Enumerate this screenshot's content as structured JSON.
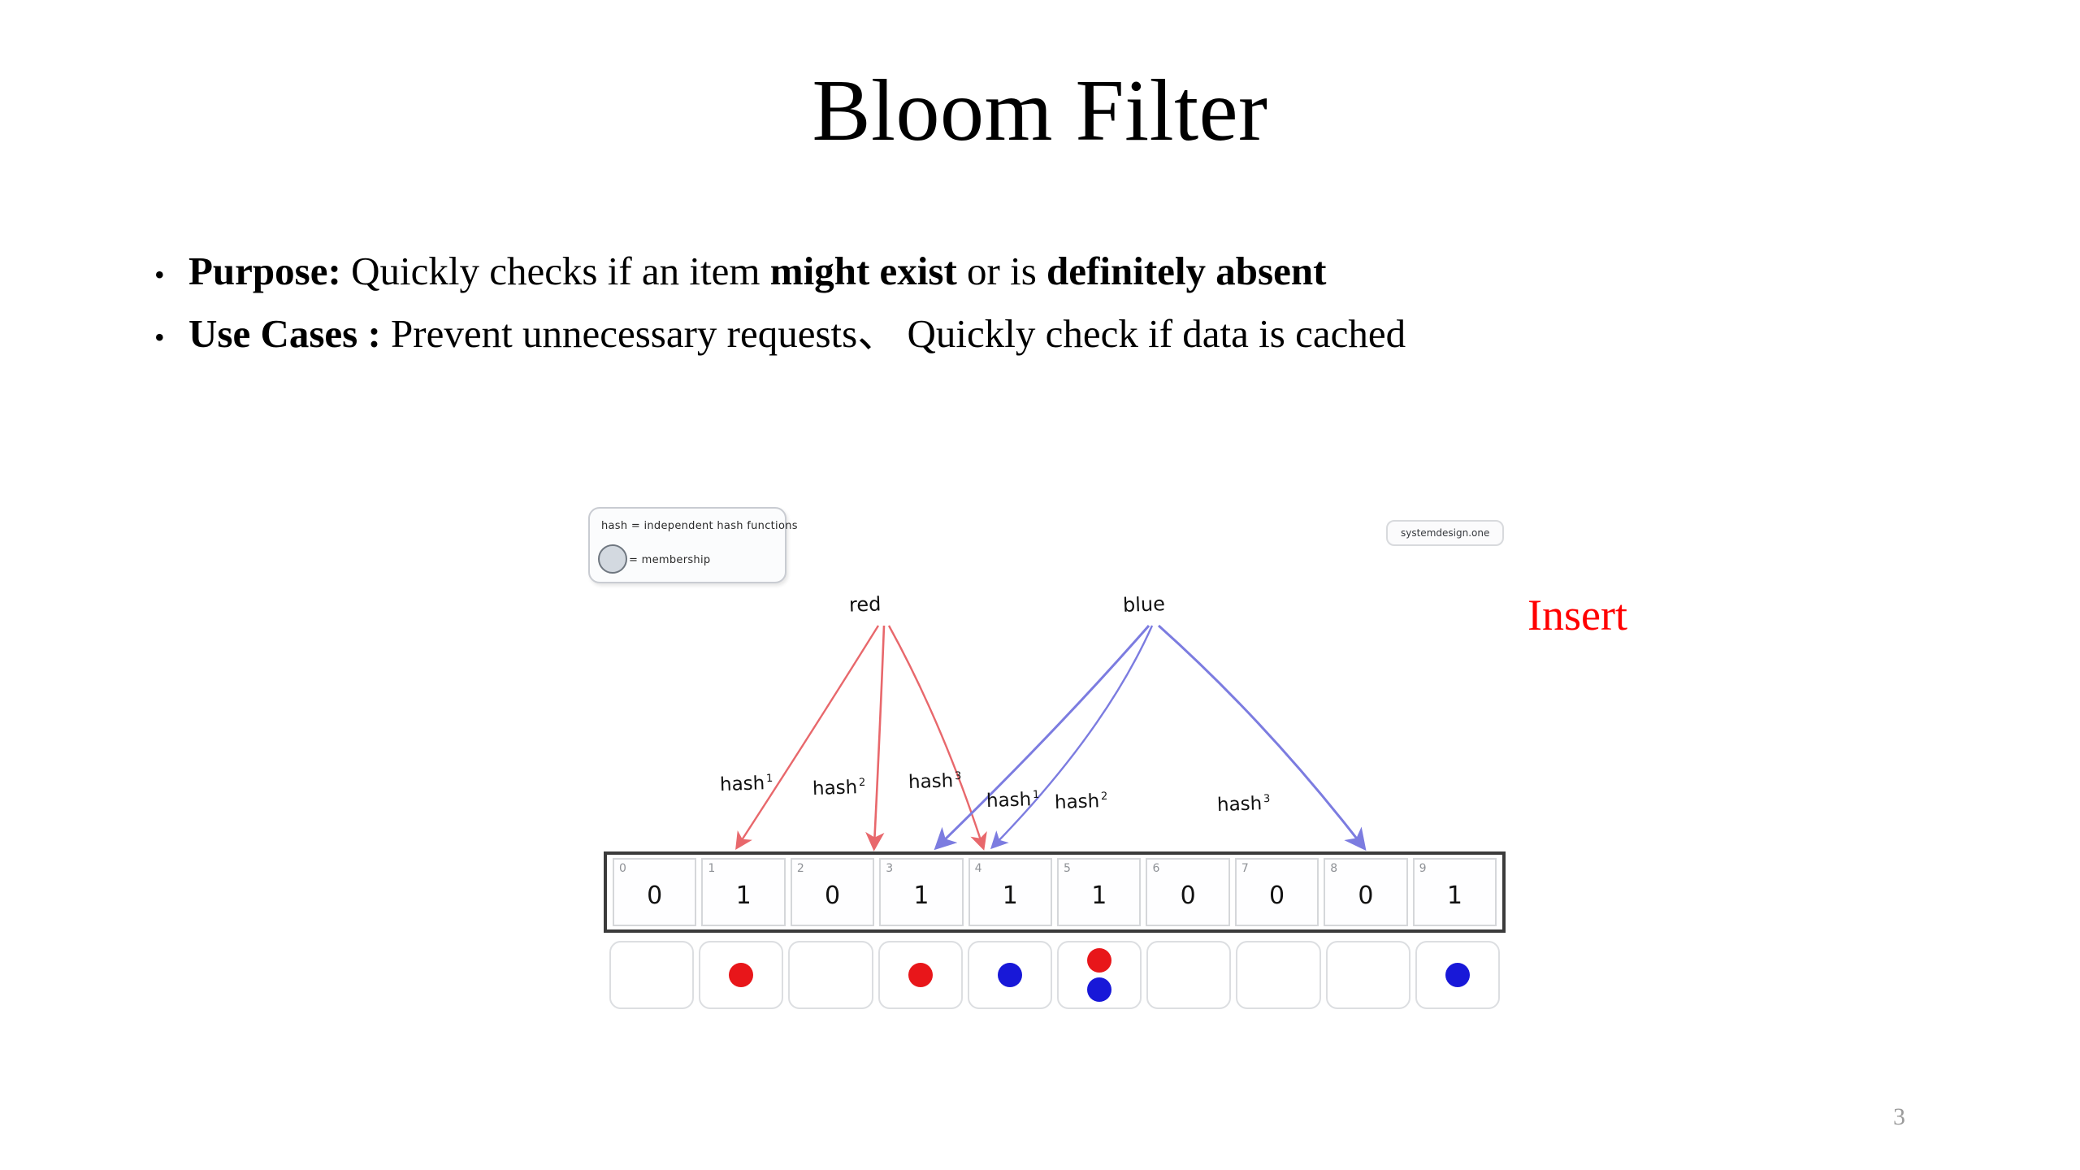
{
  "slide": {
    "title": "Bloom Filter",
    "number": "3",
    "bullets": [
      {
        "marker": "•",
        "segments": [
          {
            "text": "Purpose:",
            "bold": true
          },
          {
            "text": " Quickly checks if an item ",
            "bold": false
          },
          {
            "text": "might exist",
            "bold": true
          },
          {
            "text": " or is ",
            "bold": false
          },
          {
            "text": "definitely absent",
            "bold": true
          }
        ]
      },
      {
        "marker": "•",
        "segments": [
          {
            "text": "Use Cases :",
            "bold": true
          },
          {
            "text": " Prevent unnecessary requests、  Quickly check if data is cached",
            "bold": false
          }
        ]
      }
    ],
    "annotation": {
      "text": "Insert",
      "color": "#ff0000"
    }
  },
  "diagram": {
    "legend": {
      "line1": "hash = independent hash functions",
      "line2": "= membership",
      "circle_name": "membership-circle"
    },
    "watermark": "systemdesign.one",
    "nodes": [
      {
        "id": "red",
        "label": "red",
        "color": "#e8686c"
      },
      {
        "id": "blue",
        "label": "blue",
        "color": "#7c7ce0"
      }
    ],
    "hash_labels": [
      {
        "id": "red-hash-1",
        "text": "hash",
        "sup": "1",
        "set": "red"
      },
      {
        "id": "red-hash-2",
        "text": "hash",
        "sup": "2",
        "set": "red"
      },
      {
        "id": "red-hash-3",
        "text": "hash",
        "sup": "3",
        "set": "red"
      },
      {
        "id": "blue-hash-1",
        "text": "hash",
        "sup": "1",
        "set": "blue"
      },
      {
        "id": "blue-hash-2",
        "text": "hash",
        "sup": "2",
        "set": "blue"
      },
      {
        "id": "blue-hash-3",
        "text": "hash",
        "sup": "3",
        "set": "blue"
      }
    ],
    "bit_array": {
      "indices": [
        "0",
        "1",
        "2",
        "3",
        "4",
        "5",
        "6",
        "7",
        "8",
        "9"
      ],
      "values": [
        "0",
        "1",
        "0",
        "1",
        "1",
        "1",
        "0",
        "0",
        "0",
        "1"
      ]
    },
    "membership": [
      {
        "index": "0",
        "dots": []
      },
      {
        "index": "1",
        "dots": [
          "red"
        ]
      },
      {
        "index": "2",
        "dots": []
      },
      {
        "index": "3",
        "dots": [
          "red"
        ]
      },
      {
        "index": "4",
        "dots": [
          "blue"
        ]
      },
      {
        "index": "5",
        "dots": [
          "red",
          "blue"
        ]
      },
      {
        "index": "6",
        "dots": []
      },
      {
        "index": "7",
        "dots": []
      },
      {
        "index": "8",
        "dots": []
      },
      {
        "index": "9",
        "dots": [
          "blue"
        ]
      }
    ],
    "arrows": [
      {
        "from": "red",
        "to_index": "1",
        "color": "#e8686c"
      },
      {
        "from": "red",
        "to_index": "3",
        "color": "#e8686c"
      },
      {
        "from": "red",
        "to_index": "5",
        "color": "#e8686c"
      },
      {
        "from": "blue",
        "to_index": "4",
        "color": "#7c7ce0"
      },
      {
        "from": "blue",
        "to_index": "5",
        "color": "#7c7ce0"
      },
      {
        "from": "blue",
        "to_index": "9",
        "color": "#7c7ce0"
      }
    ],
    "colors": {
      "red": "#e8161a",
      "blue": "#1818d8",
      "red_arrow": "#e8686c",
      "blue_arrow": "#7c7ce0"
    }
  }
}
